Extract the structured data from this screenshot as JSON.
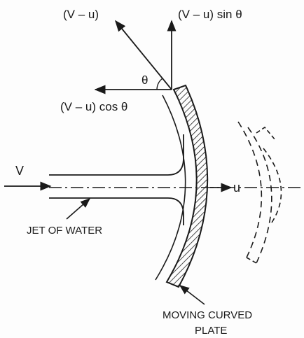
{
  "labels": {
    "relative_velocity": "(V – u)",
    "normal_component": "(V – u) sin θ",
    "angle": "θ",
    "axial_component": "(V – u) cos θ",
    "jet_velocity": "V",
    "plate_velocity": "u",
    "jet_caption": "JET OF WATER",
    "plate_caption_line1": "MOVING CURVED",
    "plate_caption_line2": "PLATE"
  },
  "colors": {
    "ink": "#1a1a1a",
    "background": "#fdfdfd"
  }
}
